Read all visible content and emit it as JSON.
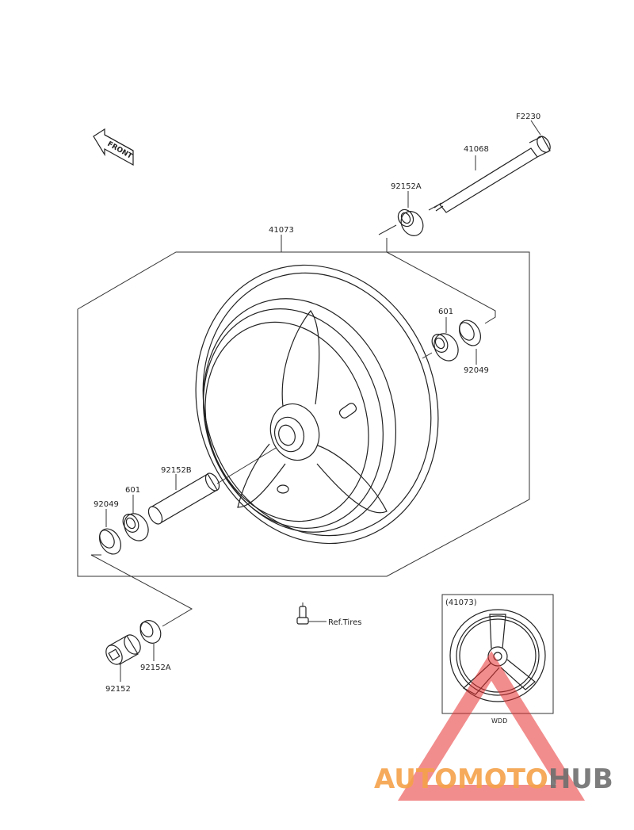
{
  "labels": {
    "f2230": "F2230",
    "p41068": "41068",
    "p92152a_top": "92152A",
    "p41073": "41073",
    "p601_right": "601",
    "p92049_right": "92049",
    "p92152b": "92152B",
    "p601_left": "601",
    "p92049_left": "92049",
    "ref_tires": "Ref.Tires",
    "p92152": "92152",
    "p92152a_bottom": "92152A",
    "inset_title": "(41073)",
    "inset_color": "WDD",
    "front": "FRONT"
  },
  "watermark": {
    "part1": "AUTOMOTO",
    "part2": "HUB",
    "color1": "#f5a24a",
    "color2": "#6f6f6f",
    "triangle_color": "#e8302f"
  }
}
